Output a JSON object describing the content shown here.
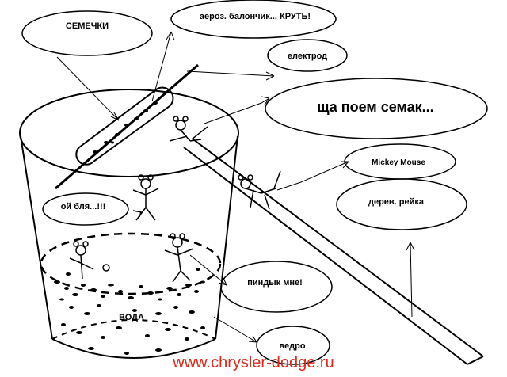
{
  "labels": {
    "seeds": "СЕМЕЧКИ",
    "aerosol": "аероз. балончик... КРУТЬ!",
    "electrode": "електрод",
    "eat_seeds": "ща поем семак...",
    "mickey": "Mickey Mouse",
    "oh_no": "ой бля...!!!",
    "wood_rail": "дерев. рейка",
    "doomed": "пиндык мне!",
    "water": "ВОДА",
    "bucket": "ведро"
  },
  "watermark": "www.chrysler-dodge.ru",
  "colors": {
    "ink": "#000000",
    "watermark": "#d62b1e",
    "background": "#ffffff"
  }
}
